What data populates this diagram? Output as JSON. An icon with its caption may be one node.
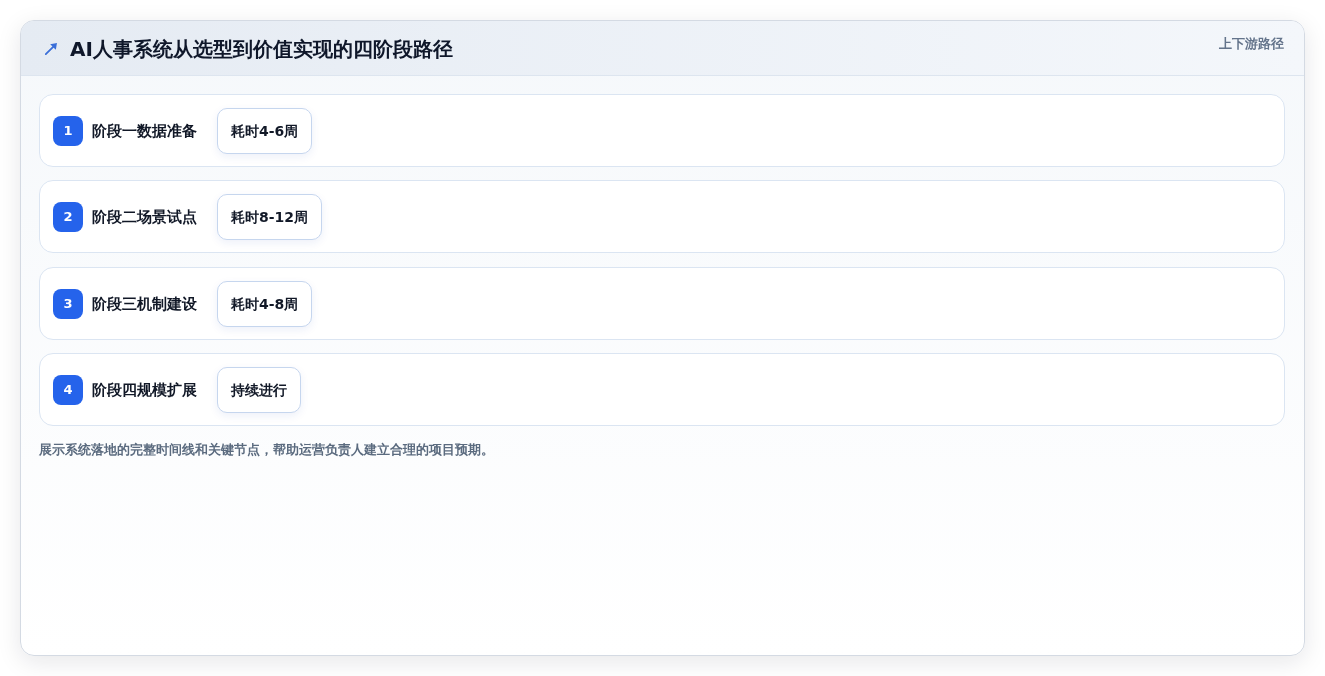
{
  "diagram": {
    "title": "AI人事系统从选型到价值实现的四阶段路径",
    "nodes": [
      {
        "text": [
          "阶段一数据准备"
        ]
      },
      {
        "text": [
          "1"
        ],
        "in": 0
      },
      {
        "text": [
          "耗时4-6周"
        ],
        "in": 0
      },
      {
        "text": [
          "阶段二场景试点"
        ]
      },
      {
        "text": [
          "2"
        ],
        "in": 3
      },
      {
        "text": [
          "耗时8-12周"
        ],
        "in": 3
      },
      {
        "text": [
          "阶段三机制建设"
        ]
      },
      {
        "text": [
          "3"
        ],
        "in": 6
      },
      {
        "text": [
          "耗时4-8周"
        ],
        "in": 6
      },
      {
        "text": [
          "阶段四规模扩展"
        ]
      },
      {
        "text": [
          "4"
        ],
        "in": 9
      },
      {
        "text": [
          "持续进行"
        ],
        "in": 9
      }
    ],
    "labels": [
      "上下游路径"
    ],
    "caption": "展示系统落地的完整时间线和关键节点，帮助运营负责人建立合理的项目预期。"
  }
}
